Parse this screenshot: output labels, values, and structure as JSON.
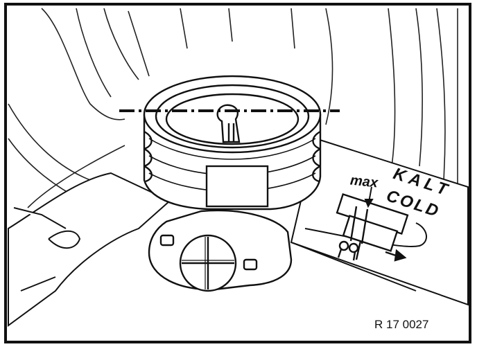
{
  "figure": {
    "label_max": "max",
    "label_kalt": "KALT",
    "label_cold": "COLD",
    "figure_code": "R 17 0027"
  },
  "colors": {
    "ink": "#111111",
    "paper": "#ffffff"
  },
  "icons": [
    "arrow-right-icon",
    "arrow-down-icon"
  ]
}
